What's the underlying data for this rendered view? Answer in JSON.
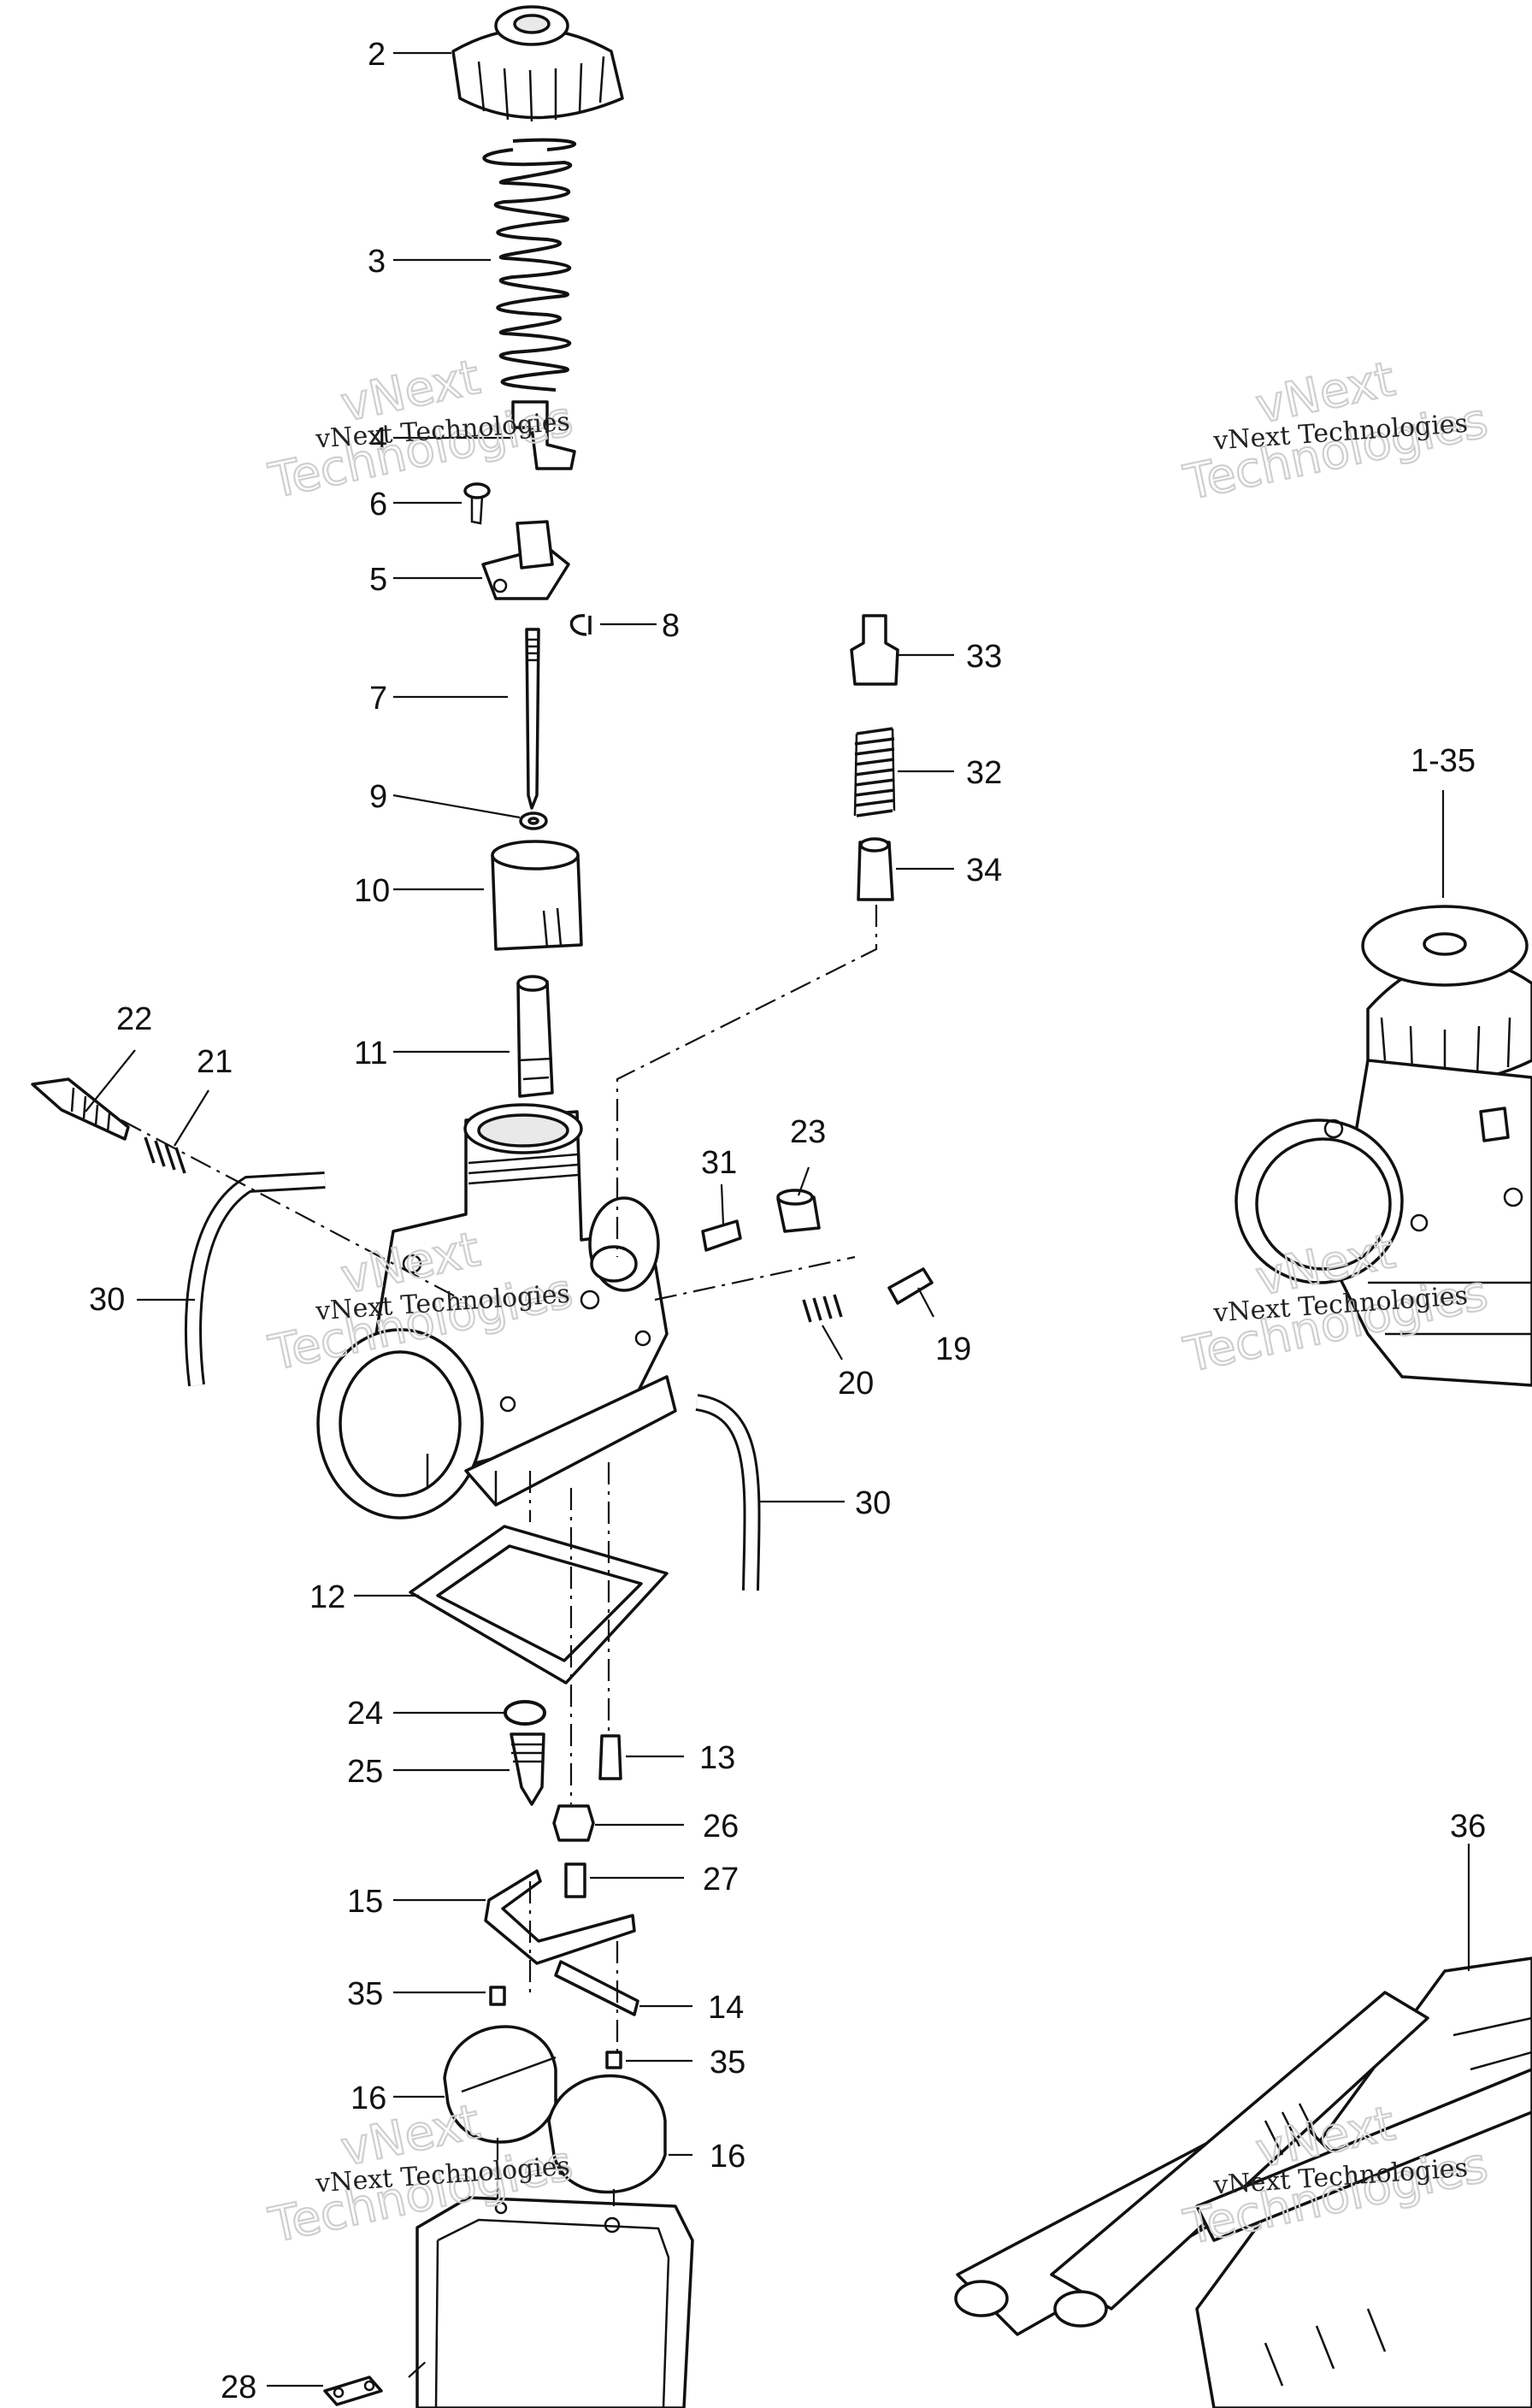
{
  "watermark": {
    "big_line1": "vNext",
    "big_line2": "Technologies",
    "small": "vNext Technologies"
  },
  "callouts": {
    "c2": "2",
    "c3": "3",
    "c4": "4",
    "c5": "5",
    "c6": "6",
    "c7": "7",
    "c8": "8",
    "c9": "9",
    "c10": "10",
    "c11": "11",
    "c12": "12",
    "c13": "13",
    "c14": "14",
    "c15": "15",
    "c16a": "16",
    "c16b": "16",
    "c19": "19",
    "c20": "20",
    "c21": "21",
    "c22": "22",
    "c23": "23",
    "c24": "24",
    "c25": "25",
    "c26": "26",
    "c27": "27",
    "c28": "28",
    "c30a": "30",
    "c30b": "30",
    "c31": "31",
    "c32": "32",
    "c33": "33",
    "c34": "34",
    "c35a": "35",
    "c35b": "35",
    "c1_35": "1-35",
    "c36": "36"
  }
}
